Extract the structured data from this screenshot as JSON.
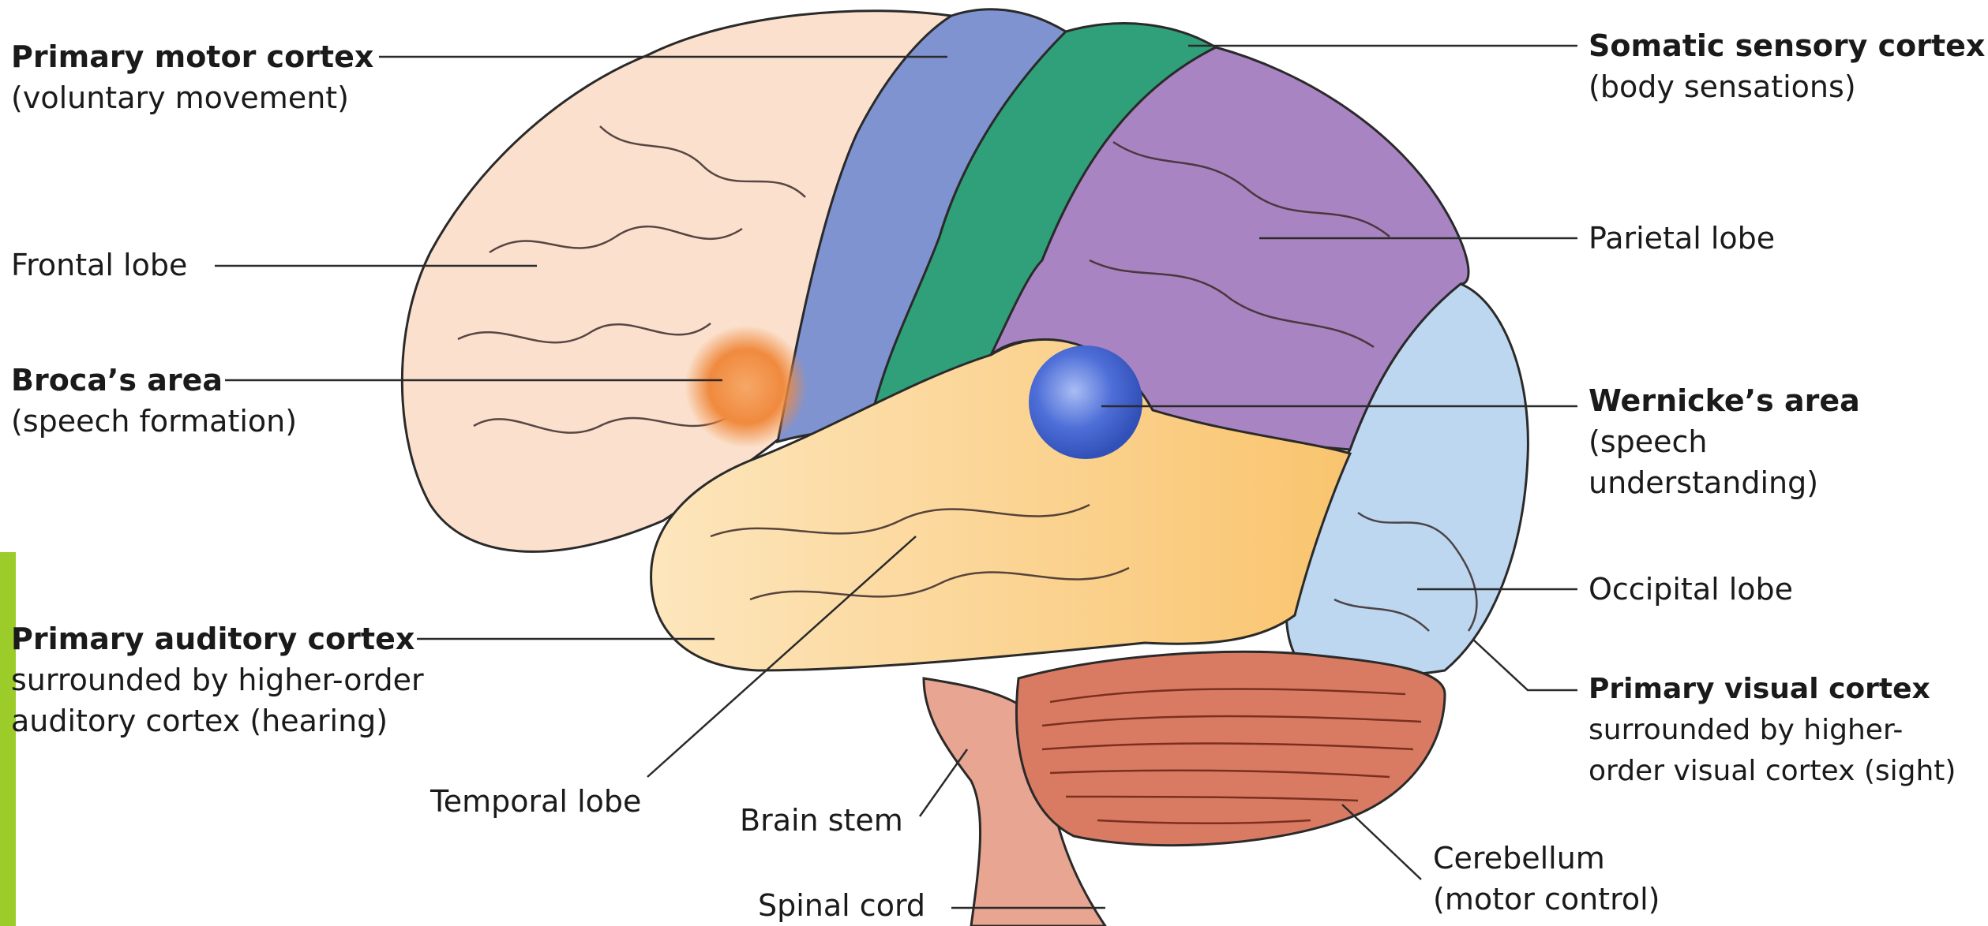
{
  "colors": {
    "accent_bar": "#9ccc2a",
    "frontal": "#fbe1cd",
    "motor": "#7f93d1",
    "sensory": "#2fa07a",
    "parietal": "#a984c2",
    "temporal": "#fbd58e",
    "occipital": "#bcd7ef",
    "cerebellum": "#d97b63",
    "brainstem": "#e8a591",
    "broca": "#f08a3e",
    "wernicke": "#4f6fd8",
    "outline": "#2a2a2a"
  },
  "labels": {
    "primary_motor": {
      "title": "Primary motor cortex",
      "sub": "(voluntary movement)"
    },
    "frontal_lobe": {
      "title": "Frontal lobe"
    },
    "broca": {
      "title": "Broca’s area",
      "sub": "(speech formation)"
    },
    "primary_auditory": {
      "title": "Primary auditory cortex",
      "sub1": "surrounded by higher-order",
      "sub2": "auditory cortex (hearing)"
    },
    "temporal_lobe": {
      "title": "Temporal lobe"
    },
    "brain_stem": {
      "title": "Brain stem"
    },
    "spinal_cord": {
      "title": "Spinal cord"
    },
    "somatic_sensory": {
      "title": "Somatic sensory cortex",
      "sub": "(body sensations)"
    },
    "parietal_lobe": {
      "title": "Parietal lobe"
    },
    "wernicke": {
      "title": "Wernicke’s area",
      "sub1": "(speech",
      "sub2": "understanding)"
    },
    "occipital_lobe": {
      "title": "Occipital lobe"
    },
    "primary_visual": {
      "title": "Primary visual cortex",
      "sub1": "surrounded by higher-",
      "sub2": "order visual cortex (sight)"
    },
    "cerebellum": {
      "title": "Cerebellum",
      "sub": "(motor control)"
    }
  }
}
